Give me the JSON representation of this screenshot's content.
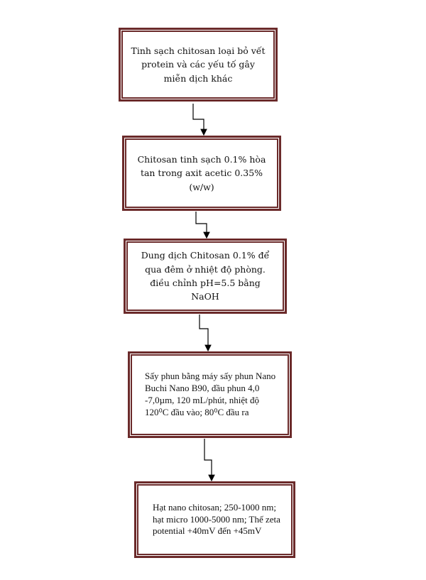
{
  "steps": [
    {
      "label": "Tinh sạch chitosan loại bỏ vết protein và các yếu tố gây miễn dịch khác"
    },
    {
      "label": "Chitosan tinh sạch 0.1% hòa tan trong axit acetic 0.35% (w/w)"
    },
    {
      "label": "Dung dịch Chitosan 0.1% để qua đêm ở nhiệt độ phòng. điều chỉnh pH=5.5 bằng NaOH"
    },
    {
      "label": "Sấy phun bằng máy sấy phun Nano Buchi Nano B90, đầu phun 4,0 -7,0µm, 120 mL/phút, nhiệt độ 120⁰C đầu vào; 80⁰C đầu ra"
    },
    {
      "label": "Hạt nano chitosan; 250-1000 nm; hạt micro 1000-5000 nm; Thế zeta potential +40mV đến +45mV"
    }
  ],
  "colors": {
    "box_border": "#6b2a2a",
    "arrow": "#000000"
  }
}
